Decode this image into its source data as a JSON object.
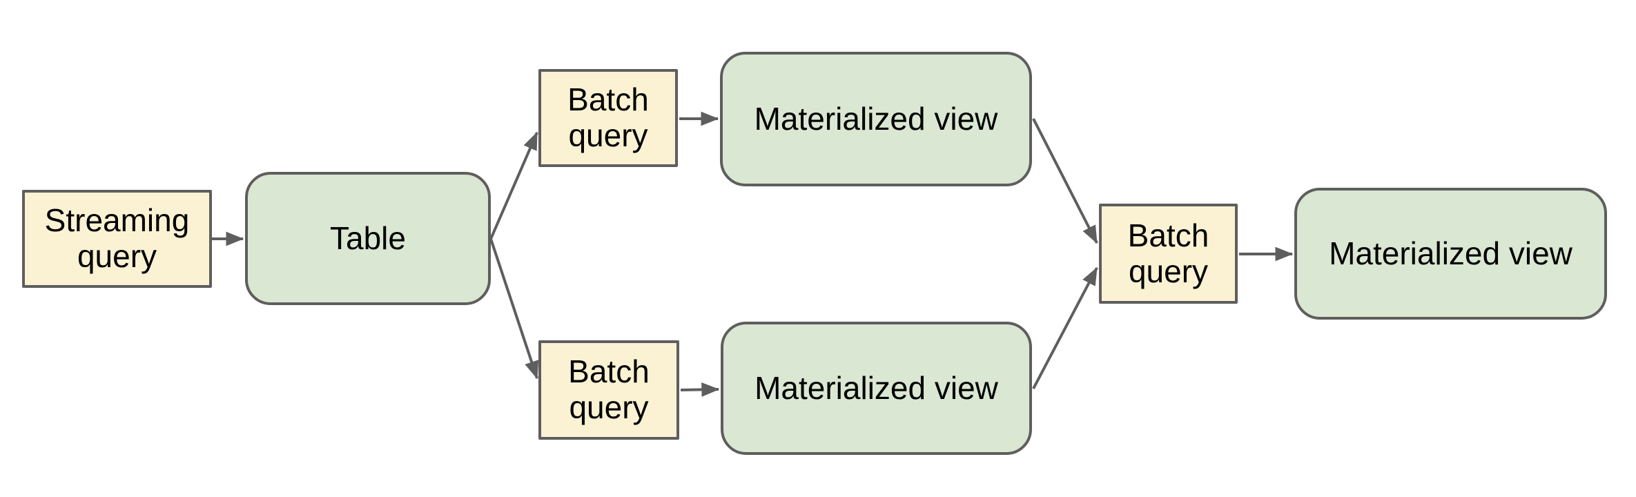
{
  "diagram": {
    "type": "flowchart",
    "background_color": "#FFFFFF",
    "colors": {
      "query_node_fill": "#FBF2D3",
      "view_node_fill": "#DAE7D2",
      "node_border": "#5E5E5E",
      "connector": "#5E5E5E",
      "label_text": "#000000"
    },
    "nodes": [
      {
        "id": "streaming-query",
        "label": "Streaming query",
        "shape": "rectangle",
        "fill": "#FBF2D3"
      },
      {
        "id": "table",
        "label": "Table",
        "shape": "rounded-rectangle",
        "fill": "#DAE7D2"
      },
      {
        "id": "batch-query-top",
        "label": "Batch query",
        "shape": "rectangle",
        "fill": "#FBF2D3"
      },
      {
        "id": "materialized-view-top",
        "label": "Materialized view",
        "shape": "rounded-rectangle",
        "fill": "#DAE7D2"
      },
      {
        "id": "batch-query-bottom",
        "label": "Batch query",
        "shape": "rectangle",
        "fill": "#FBF2D3"
      },
      {
        "id": "materialized-view-bottom",
        "label": "Materialized view",
        "shape": "rounded-rectangle",
        "fill": "#DAE7D2"
      },
      {
        "id": "batch-query-right",
        "label": "Batch query",
        "shape": "rectangle",
        "fill": "#FBF2D3"
      },
      {
        "id": "materialized-view-final",
        "label": "Materialized view",
        "shape": "rounded-rectangle",
        "fill": "#DAE7D2"
      }
    ],
    "edges": [
      {
        "from": "streaming-query",
        "to": "table"
      },
      {
        "from": "table",
        "to": "batch-query-top"
      },
      {
        "from": "table",
        "to": "batch-query-bottom"
      },
      {
        "from": "batch-query-top",
        "to": "materialized-view-top"
      },
      {
        "from": "batch-query-bottom",
        "to": "materialized-view-bottom"
      },
      {
        "from": "materialized-view-top",
        "to": "batch-query-right"
      },
      {
        "from": "materialized-view-bottom",
        "to": "batch-query-right"
      },
      {
        "from": "batch-query-right",
        "to": "materialized-view-final"
      }
    ]
  }
}
